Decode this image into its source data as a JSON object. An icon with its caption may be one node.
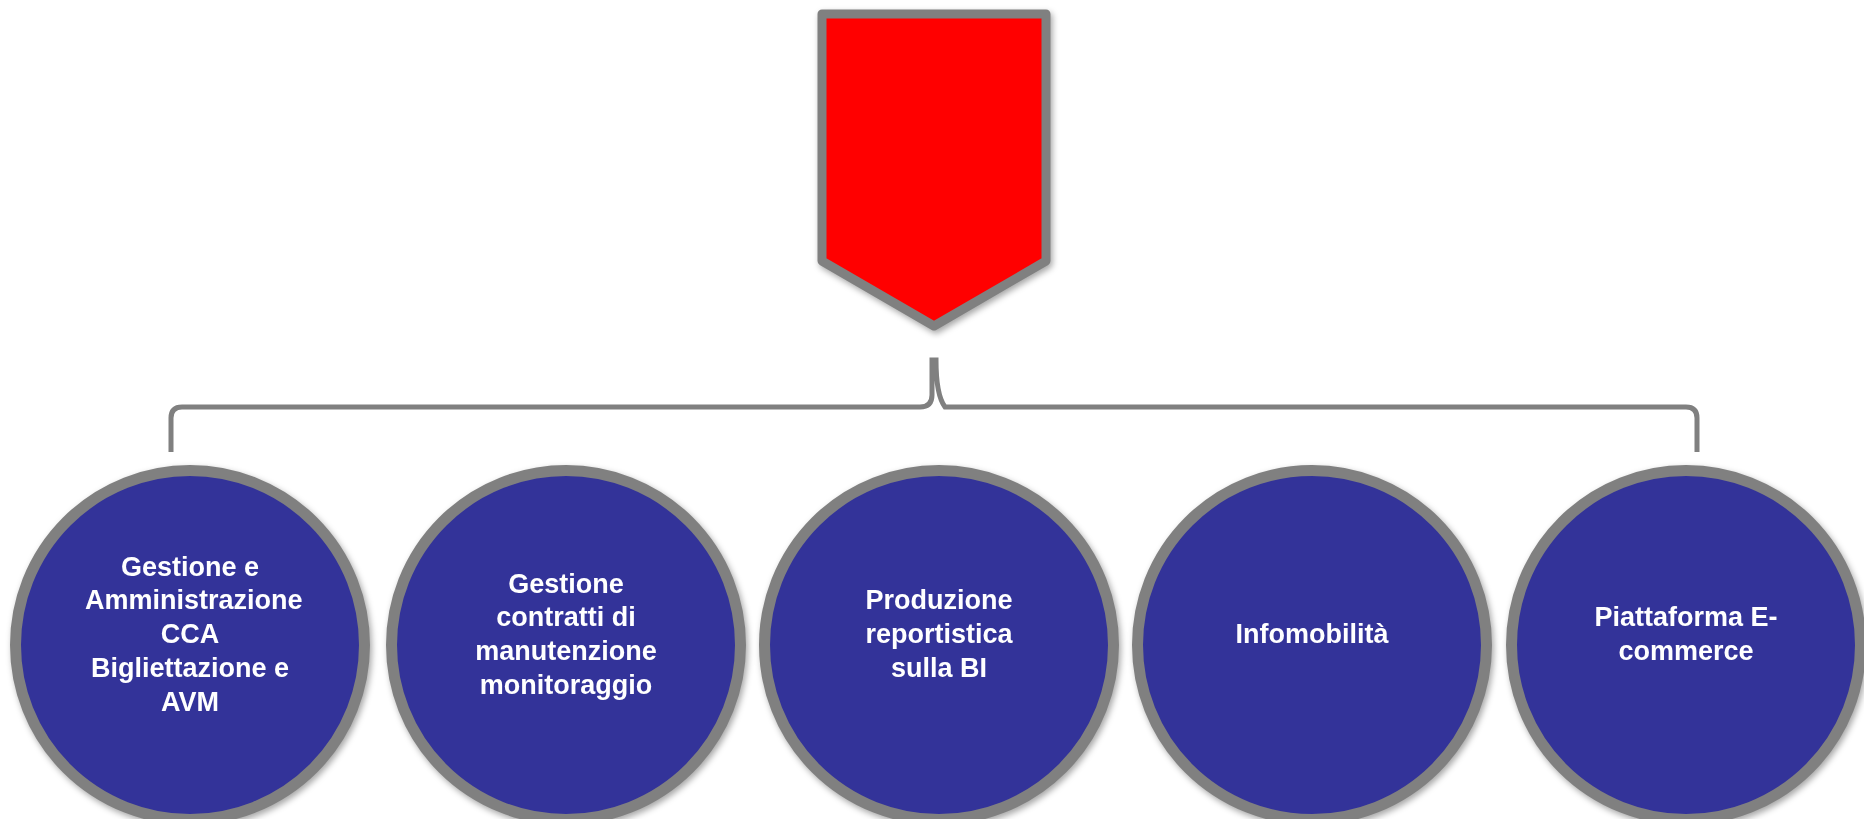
{
  "diagram": {
    "nodes": [
      {
        "text": [],
        "shape": "pentagon"
      },
      {
        "text": [
          "Gestione e Amministrazione CCA Bigliettazione e AVM"
        ]
      },
      {
        "text": [
          "Gestione contratti di manutenzione monitoraggio"
        ]
      },
      {
        "text": [
          "Produzione reportistica sulla BI"
        ]
      },
      {
        "text": [
          "Infomobilità"
        ]
      },
      {
        "text": [
          "Piattaforma E-commerce"
        ]
      }
    ]
  }
}
